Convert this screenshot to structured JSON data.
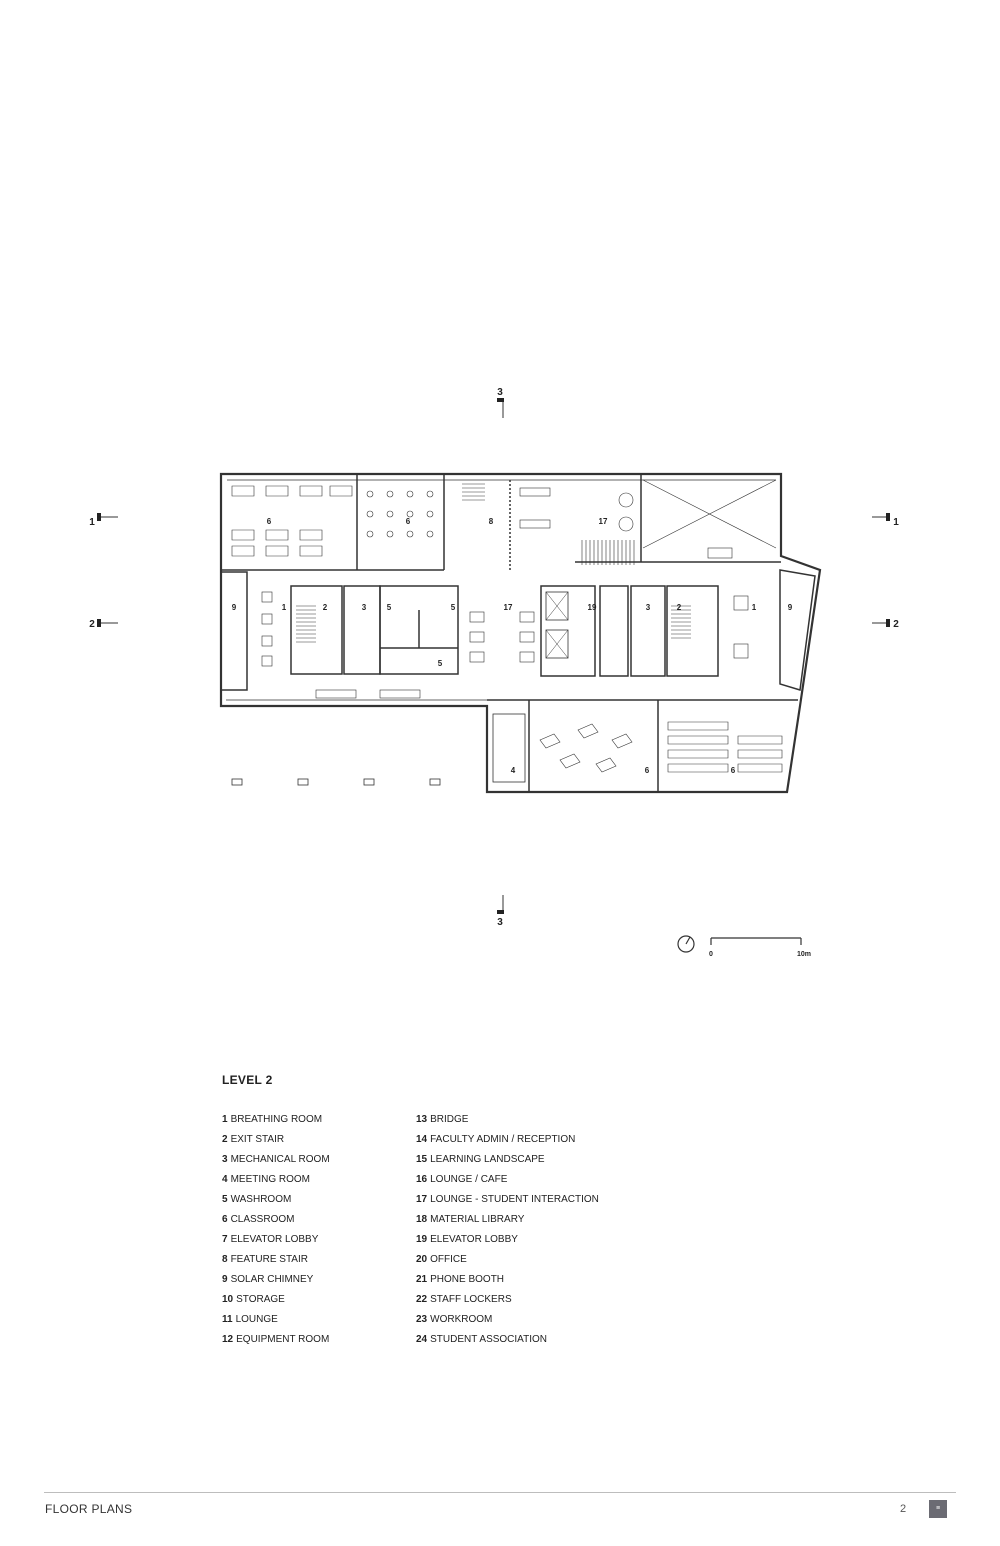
{
  "plan": {
    "section_markers": {
      "top": "3",
      "bottom": "3",
      "left_1": "1",
      "right_1": "1",
      "left_2": "2",
      "right_2": "2"
    },
    "room_labels": {
      "r6a": "6",
      "r6b": "6",
      "r8": "8",
      "r17a": "17",
      "r9a": "9",
      "r1a": "1",
      "r2a": "2",
      "r3a": "3",
      "r5a": "5",
      "r5b": "5",
      "r5c": "5",
      "r17b": "17",
      "r19": "19",
      "r3b": "3",
      "r2b": "2",
      "r1b": "1",
      "r9b": "9",
      "r4": "4",
      "r6c": "6",
      "r6d": "6"
    },
    "scale": {
      "start": "0",
      "end": "10m"
    }
  },
  "legend": {
    "title": "LEVEL 2",
    "items": [
      {
        "num": "1",
        "label": "BREATHING ROOM"
      },
      {
        "num": "2",
        "label": "EXIT STAIR"
      },
      {
        "num": "3",
        "label": "MECHANICAL ROOM"
      },
      {
        "num": "4",
        "label": "MEETING ROOM"
      },
      {
        "num": "5",
        "label": "WASHROOM"
      },
      {
        "num": "6",
        "label": "CLASSROOM"
      },
      {
        "num": "7",
        "label": "ELEVATOR LOBBY"
      },
      {
        "num": "8",
        "label": "FEATURE STAIR"
      },
      {
        "num": "9",
        "label": "SOLAR CHIMNEY"
      },
      {
        "num": "10",
        "label": "STORAGE"
      },
      {
        "num": "11",
        "label": "LOUNGE"
      },
      {
        "num": "12",
        "label": "EQUIPMENT ROOM"
      },
      {
        "num": "13",
        "label": "BRIDGE"
      },
      {
        "num": "14",
        "label": "FACULTY ADMIN / RECEPTION"
      },
      {
        "num": "15",
        "label": "LEARNING LANDSCAPE"
      },
      {
        "num": "16",
        "label": "LOUNGE / CAFE"
      },
      {
        "num": "17",
        "label": "LOUNGE - STUDENT INTERACTION"
      },
      {
        "num": "18",
        "label": "MATERIAL LIBRARY"
      },
      {
        "num": "19",
        "label": "ELEVATOR LOBBY"
      },
      {
        "num": "20",
        "label": "OFFICE"
      },
      {
        "num": "21",
        "label": "PHONE BOOTH"
      },
      {
        "num": "22",
        "label": "STAFF LOCKERS"
      },
      {
        "num": "23",
        "label": "WORKROOM"
      },
      {
        "num": "24",
        "label": "STUDENT ASSOCIATION"
      }
    ]
  },
  "footer": {
    "section_title": "FLOOR PLANS",
    "page_number": "2",
    "logo_text": "≡"
  }
}
